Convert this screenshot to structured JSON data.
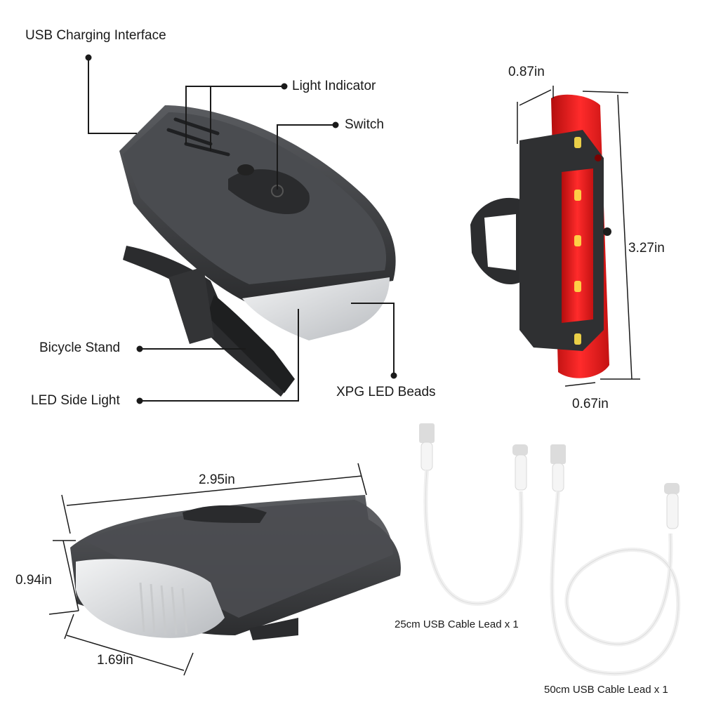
{
  "colors": {
    "body_dark": "#3a3b3d",
    "body_top": "#55575a",
    "tail_red": "#e31e1e",
    "cable_white": "#f4f4f4",
    "leader_line": "#1a1a1a"
  },
  "front_light": {
    "callouts": {
      "usb_charging": "USB Charging Interface",
      "light_indicator": "Light Indicator",
      "switch": "Switch",
      "bicycle_stand": "Bicycle Stand",
      "led_side_light": "LED Side Light",
      "xpg_led_beads": "XPG LED Beads"
    },
    "dimensions": {
      "length": "2.95in",
      "height": "0.94in",
      "width": "1.69in"
    }
  },
  "tail_light": {
    "dimensions": {
      "depth": "0.87in",
      "height": "3.27in",
      "width": "0.67in"
    }
  },
  "cables": {
    "short": "25cm USB Cable Lead x 1",
    "long": "50cm USB Cable Lead x 1"
  }
}
